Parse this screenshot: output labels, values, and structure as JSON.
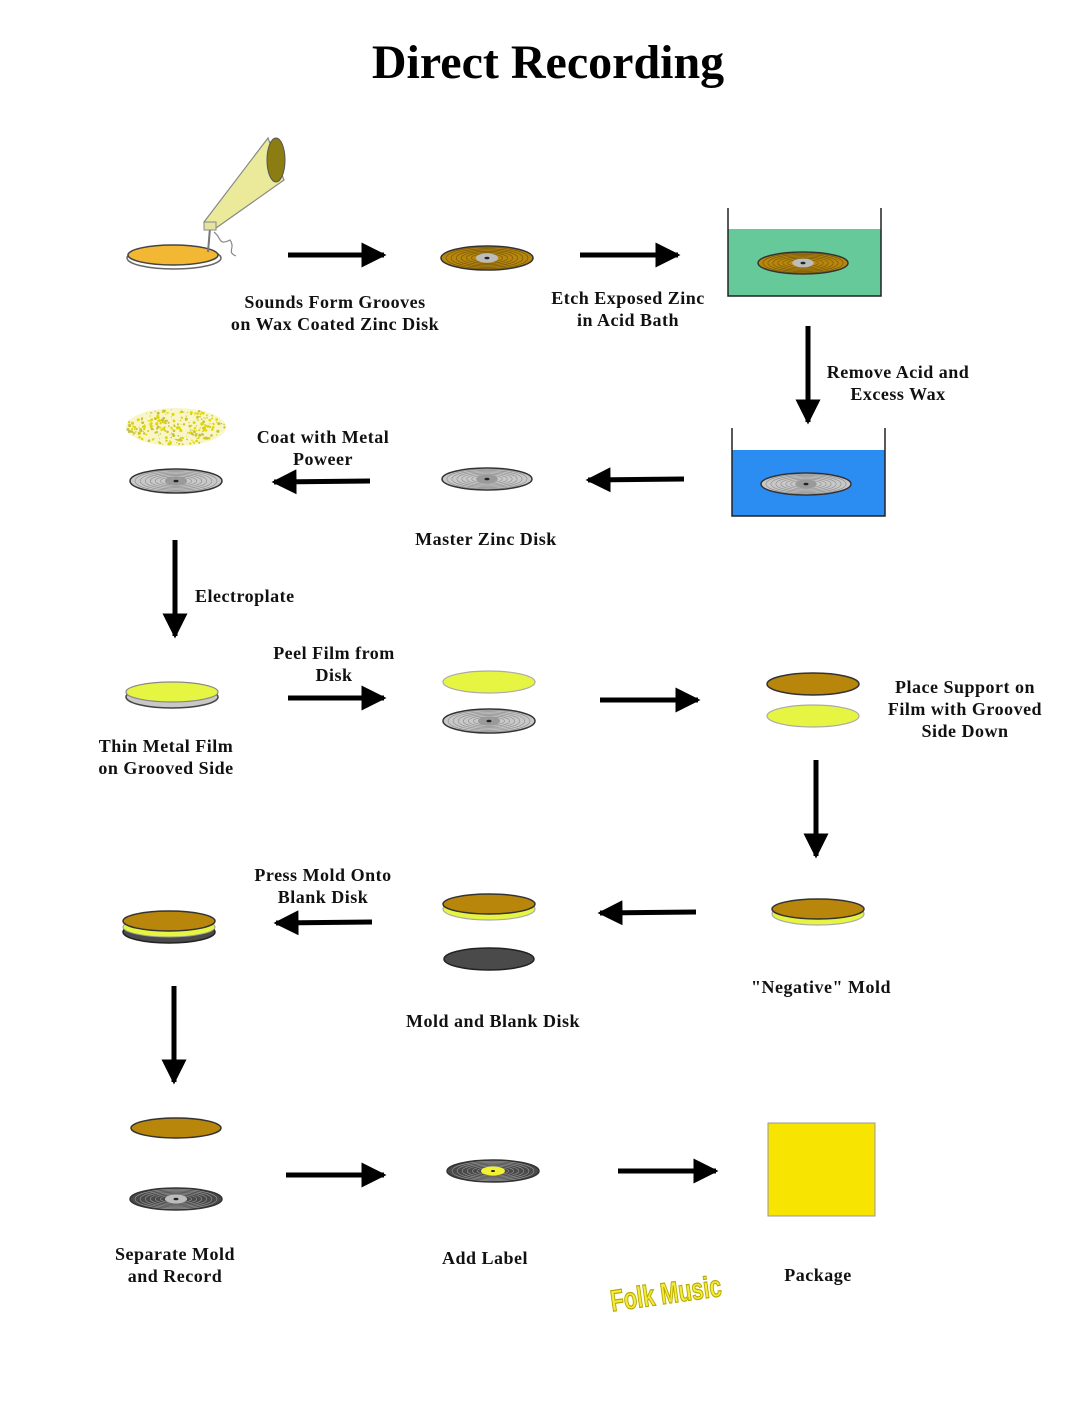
{
  "title": "Direct Recording",
  "labels": {
    "step1": [
      "Sounds Form Grooves",
      "on Wax Coated Zinc Disk"
    ],
    "step2": [
      "Etch Exposed Zinc",
      "in Acid Bath"
    ],
    "step3": [
      "Remove Acid and",
      "Excess Wax"
    ],
    "step4": [
      "Coat with Metal",
      "Poweer"
    ],
    "step5": [
      "Master Zinc Disk"
    ],
    "step6": [
      "Electroplate"
    ],
    "step7": [
      "Thin Metal Film",
      "on Grooved Side"
    ],
    "step8": [
      "Peel Film from",
      "Disk"
    ],
    "step9": [
      "Place Support on",
      "Film with Grooved",
      "Side Down"
    ],
    "step10": [
      "\"Negative\" Mold"
    ],
    "step11": [
      "Mold and Blank Disk"
    ],
    "step12": [
      "Press Mold Onto",
      "Blank Disk"
    ],
    "step13": [
      "Separate Mold",
      "and Record"
    ],
    "step14": [
      "Add Label"
    ],
    "step15": [
      "Package"
    ]
  },
  "package_text": "Folk Music",
  "colors": {
    "wax": "#f2b733",
    "etched": "#b8860b",
    "zinc": "#c8c8c8",
    "acid_bath": "#66c999",
    "rinse_bath": "#2b8cf2",
    "film": "#e6f542",
    "blank": "#4a4a4a",
    "label": "#f2f233",
    "package": "#f7e400"
  }
}
